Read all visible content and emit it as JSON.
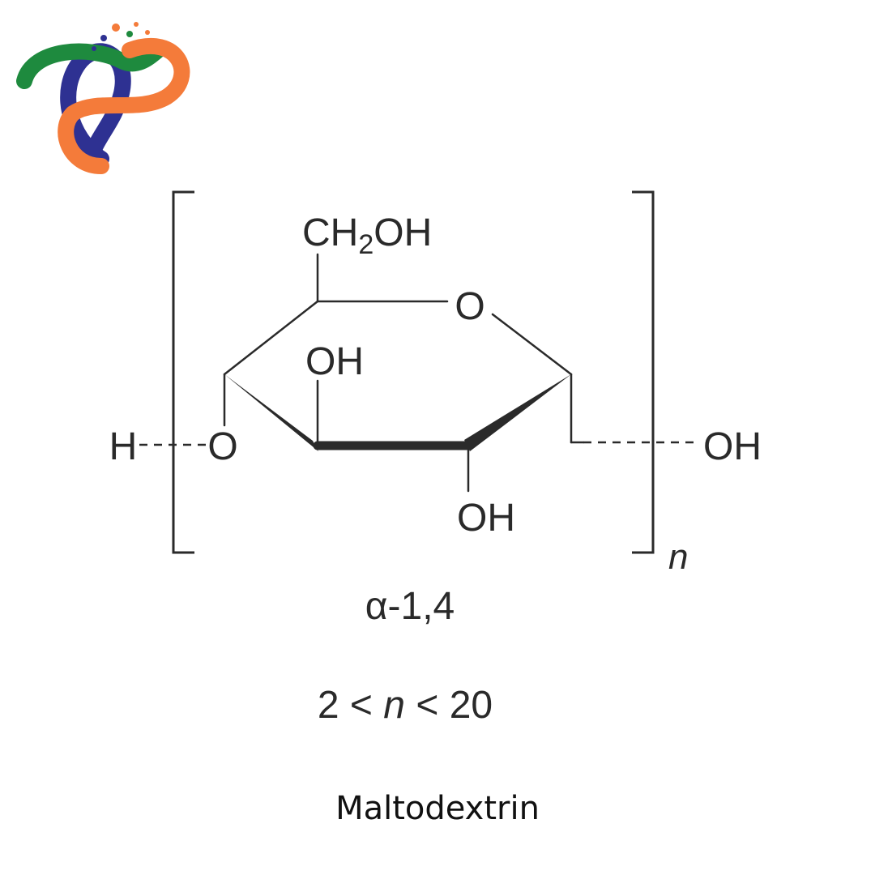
{
  "colors": {
    "logo_blue": "#2e3192",
    "logo_green": "#1e8a3e",
    "logo_orange": "#f47b3a",
    "structure": "#2a2a2a"
  },
  "logo": {
    "icon": "ribbon-logo"
  },
  "structure": {
    "ch2oh": {
      "main": "CH",
      "sub": "2",
      "tail": "OH"
    },
    "ring_oxygen": "O",
    "oh_c3": "OH",
    "oh_c2": "OH",
    "terminal_h": "H",
    "glycosidic_o": "O",
    "terminal_oh": "OH",
    "repeat_index": "n"
  },
  "labels": {
    "linkage": "α-1,4",
    "range": {
      "left": "2 < ",
      "n": "n",
      "right": " < 20"
    }
  },
  "caption": "Maltodextrin"
}
